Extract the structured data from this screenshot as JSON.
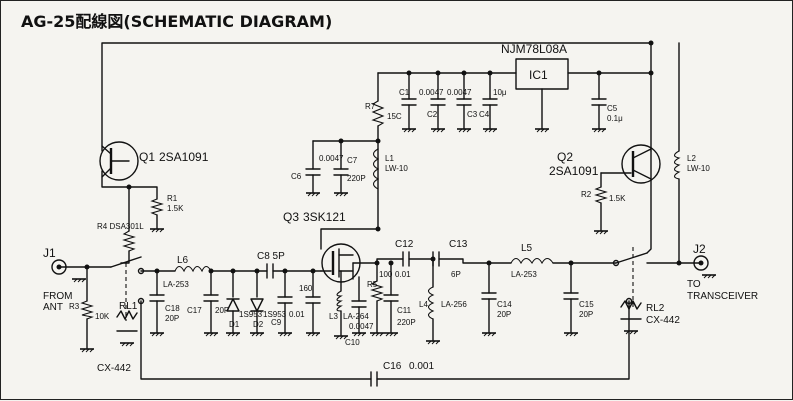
{
  "title": "AG-25配線図(SCHEMATIC DIAGRAM)",
  "regulator": {
    "part": "NJM78L08A",
    "name": "IC1"
  },
  "transistors": {
    "q1": {
      "ref": "Q1",
      "part": "2SA1091"
    },
    "q2": {
      "ref": "Q2",
      "part": "2SA1091"
    },
    "q3": {
      "ref": "Q3",
      "part": "3SK121"
    }
  },
  "connectors": {
    "j1": {
      "ref": "J1",
      "label1": "FROM",
      "label2": "ANT"
    },
    "j2": {
      "ref": "J2",
      "label1": "TO",
      "label2": "TRANSCEIVER"
    }
  },
  "relays": {
    "rl1": {
      "ref": "RL1",
      "part": "CX-442"
    },
    "rl2": {
      "ref": "RL2",
      "part": "CX-442"
    }
  },
  "parts": {
    "r1": "R1",
    "r1v": "1.5K",
    "r2": "R2",
    "r2v": "1.5K",
    "r3": "R3",
    "r3v": "10K",
    "r4": "R4 DSA301L",
    "r5": "R5",
    "r5v": "100",
    "r7": "R7",
    "r7v": "15C",
    "l1": "L1",
    "l1v": "LW-10",
    "l2": "L2",
    "l2v": "LW-10",
    "l3": "L3",
    "l3v": "LA-264",
    "l4": "L4",
    "l4v": "LA-256",
    "l5": "L5",
    "l5v": "LA-253",
    "l6": "L6",
    "l6v": "LA-253",
    "c1": "C1",
    "c1v": "0.0047",
    "c2": "C2",
    "c2v": "0.0047",
    "c3": "C3",
    "c4": "C4",
    "c4v": "10μ",
    "c5": "C5",
    "c5v": "0.1μ",
    "c6": "C6",
    "c6v": "0.0047",
    "c7": "C7",
    "c7v": "220P",
    "c8": "C8 5P",
    "c9": "C9",
    "c9v": "0.01",
    "c10": "C10",
    "c10v": "0.0047",
    "c11": "C11",
    "c11v": "220P",
    "c12": "C12",
    "c12v": "0.01",
    "c13": "C13",
    "c13v": "6P",
    "c14": "C14",
    "c14v": "20P",
    "c15": "C15",
    "c15v": "20P",
    "c16": "C16",
    "c16v": "0.001",
    "c17": "C17",
    "c17v": "20P",
    "c18": "C18",
    "c18v": "20P",
    "d1": "D1",
    "d1v": "1S953",
    "d2": "D2",
    "d2v": "1S953",
    "c160": "160"
  }
}
